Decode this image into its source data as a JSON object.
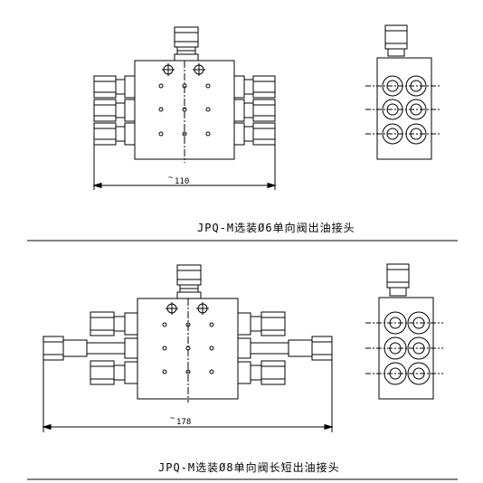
{
  "drawing_1": {
    "dimension": "110",
    "dimension_prefix": "~",
    "caption": "JPQ-M选装Ø6单向阀出油接头"
  },
  "drawing_2": {
    "dimension": "178",
    "dimension_prefix": "~",
    "caption": "JPQ-M选装Ø8单向阀长短出油接头"
  },
  "colors": {
    "line": "#000000",
    "background": "#ffffff"
  }
}
